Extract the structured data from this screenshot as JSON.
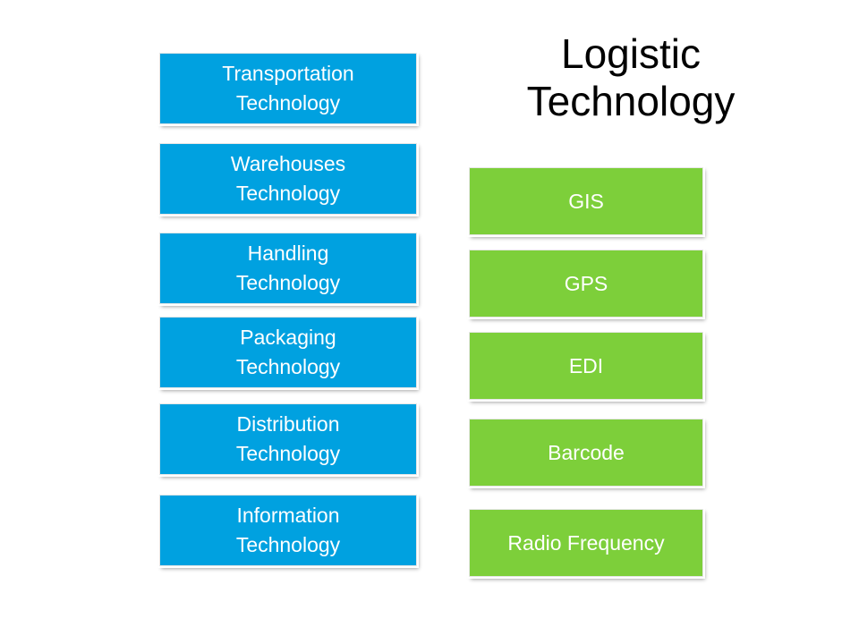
{
  "title": {
    "line1": "Logistic",
    "line2": "Technology"
  },
  "categories": [
    {
      "line1": "Transportation",
      "line2": "Technology"
    },
    {
      "line1": "Warehouses",
      "line2": "Technology"
    },
    {
      "line1": "Handling",
      "line2": "Technology"
    },
    {
      "line1": "Packaging",
      "line2": "Technology"
    },
    {
      "line1": "Distribution",
      "line2": "Technology"
    },
    {
      "line1": "Information",
      "line2": "Technology"
    }
  ],
  "technologies": [
    {
      "label": "GIS"
    },
    {
      "label": "GPS"
    },
    {
      "label": "EDI"
    },
    {
      "label": "Barcode"
    },
    {
      "label": "Radio Frequency"
    }
  ],
  "colors": {
    "category_box": "#00a1e0",
    "technology_box": "#7dcf3a",
    "box_text": "#ffffff",
    "title_text": "#000000"
  }
}
